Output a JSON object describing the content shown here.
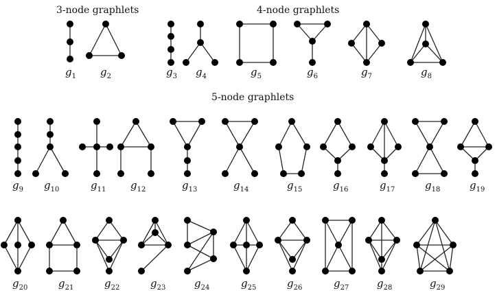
{
  "sections": [
    {
      "id": "three",
      "title": "3-node graphlets"
    },
    {
      "id": "four",
      "title": "4-node graphlets"
    },
    {
      "id": "five",
      "title": "5-node graphlets"
    }
  ],
  "graphlets": [
    {
      "id": "g1",
      "letter": "g",
      "sub": "1",
      "edges": [
        [
          0,
          1
        ],
        [
          1,
          2
        ]
      ]
    },
    {
      "id": "g2",
      "letter": "g",
      "sub": "2",
      "edges": [
        [
          0,
          1
        ],
        [
          0,
          2
        ],
        [
          1,
          2
        ]
      ]
    },
    {
      "id": "g3",
      "letter": "g",
      "sub": "3",
      "edges": [
        [
          0,
          1
        ],
        [
          1,
          2
        ],
        [
          2,
          3
        ]
      ]
    },
    {
      "id": "g4",
      "letter": "g",
      "sub": "4",
      "edges": [
        [
          0,
          1
        ],
        [
          1,
          2
        ],
        [
          1,
          3
        ]
      ]
    },
    {
      "id": "g5",
      "letter": "g",
      "sub": "5",
      "edges": [
        [
          0,
          1
        ],
        [
          1,
          3
        ],
        [
          3,
          2
        ],
        [
          2,
          0
        ]
      ]
    },
    {
      "id": "g6",
      "letter": "g",
      "sub": "6",
      "edges": [
        [
          0,
          1
        ],
        [
          0,
          2
        ],
        [
          1,
          2
        ],
        [
          2,
          3
        ]
      ]
    },
    {
      "id": "g7",
      "letter": "g",
      "sub": "7",
      "edges": [
        [
          0,
          1
        ],
        [
          1,
          3
        ],
        [
          3,
          2
        ],
        [
          2,
          0
        ],
        [
          0,
          3
        ]
      ]
    },
    {
      "id": "g8",
      "letter": "g",
      "sub": "8",
      "edges": [
        [
          0,
          1
        ],
        [
          0,
          2
        ],
        [
          0,
          3
        ],
        [
          1,
          2
        ],
        [
          1,
          3
        ],
        [
          2,
          3
        ]
      ]
    },
    {
      "id": "g9",
      "letter": "g",
      "sub": "9",
      "edges": [
        [
          0,
          1
        ],
        [
          1,
          2
        ],
        [
          2,
          3
        ],
        [
          3,
          4
        ]
      ]
    },
    {
      "id": "g10",
      "letter": "g",
      "sub": "10",
      "edges": [
        [
          0,
          1
        ],
        [
          1,
          2
        ],
        [
          2,
          3
        ],
        [
          2,
          4
        ]
      ]
    },
    {
      "id": "g11",
      "letter": "g",
      "sub": "11",
      "edges": [
        [
          0,
          1
        ],
        [
          1,
          2
        ],
        [
          1,
          3
        ],
        [
          1,
          4
        ]
      ]
    },
    {
      "id": "g12",
      "letter": "g",
      "sub": "12",
      "edges": [
        [
          0,
          1
        ],
        [
          0,
          2
        ],
        [
          1,
          2
        ],
        [
          1,
          3
        ],
        [
          2,
          4
        ]
      ]
    },
    {
      "id": "g13",
      "letter": "g",
      "sub": "13",
      "edges": [
        [
          0,
          1
        ],
        [
          0,
          2
        ],
        [
          1,
          2
        ],
        [
          2,
          3
        ],
        [
          3,
          4
        ]
      ]
    },
    {
      "id": "g14",
      "letter": "g",
      "sub": "14",
      "edges": [
        [
          0,
          1
        ],
        [
          0,
          2
        ],
        [
          1,
          2
        ],
        [
          2,
          3
        ],
        [
          2,
          4
        ]
      ]
    },
    {
      "id": "g15",
      "letter": "g",
      "sub": "15",
      "edges": [
        [
          0,
          1
        ],
        [
          0,
          2
        ],
        [
          1,
          3
        ],
        [
          2,
          4
        ],
        [
          3,
          4
        ]
      ]
    },
    {
      "id": "g16",
      "letter": "g",
      "sub": "16",
      "edges": [
        [
          0,
          1
        ],
        [
          0,
          2
        ],
        [
          1,
          3
        ],
        [
          2,
          3
        ],
        [
          3,
          4
        ]
      ]
    },
    {
      "id": "g17",
      "letter": "g",
      "sub": "17",
      "edges": [
        [
          0,
          1
        ],
        [
          0,
          2
        ],
        [
          0,
          3
        ],
        [
          1,
          3
        ],
        [
          2,
          3
        ],
        [
          3,
          4
        ]
      ]
    },
    {
      "id": "g18",
      "letter": "g",
      "sub": "18",
      "edges": [
        [
          0,
          1
        ],
        [
          0,
          2
        ],
        [
          1,
          2
        ],
        [
          2,
          3
        ],
        [
          2,
          4
        ],
        [
          3,
          4
        ]
      ]
    },
    {
      "id": "g19",
      "letter": "g",
      "sub": "19",
      "edges": [
        [
          0,
          1
        ],
        [
          0,
          2
        ],
        [
          1,
          2
        ],
        [
          1,
          3
        ],
        [
          2,
          3
        ],
        [
          3,
          4
        ]
      ]
    },
    {
      "id": "g20",
      "letter": "g",
      "sub": "20",
      "edges": [
        [
          0,
          1
        ],
        [
          0,
          2
        ],
        [
          0,
          3
        ],
        [
          1,
          4
        ],
        [
          2,
          4
        ],
        [
          3,
          4
        ]
      ]
    },
    {
      "id": "g21",
      "letter": "g",
      "sub": "21",
      "edges": [
        [
          0,
          1
        ],
        [
          0,
          2
        ],
        [
          1,
          2
        ],
        [
          1,
          3
        ],
        [
          2,
          4
        ],
        [
          3,
          4
        ]
      ]
    },
    {
      "id": "g22",
      "letter": "g",
      "sub": "22",
      "edges": [
        [
          0,
          1
        ],
        [
          0,
          2
        ],
        [
          1,
          2
        ],
        [
          1,
          3
        ],
        [
          2,
          4
        ],
        [
          1,
          4
        ],
        [
          2,
          3
        ]
      ]
    },
    {
      "id": "g23",
      "letter": "g",
      "sub": "23",
      "edges": [
        [
          0,
          1
        ],
        [
          0,
          2
        ],
        [
          0,
          3
        ],
        [
          1,
          2
        ],
        [
          1,
          3
        ],
        [
          2,
          3
        ],
        [
          2,
          4
        ]
      ]
    },
    {
      "id": "g24",
      "letter": "g",
      "sub": "24",
      "edges": [
        [
          0,
          1
        ],
        [
          0,
          2
        ],
        [
          1,
          2
        ],
        [
          1,
          3
        ],
        [
          2,
          3
        ],
        [
          2,
          4
        ],
        [
          3,
          4
        ]
      ]
    },
    {
      "id": "g25",
      "letter": "g",
      "sub": "25",
      "edges": [
        [
          0,
          1
        ],
        [
          0,
          2
        ],
        [
          0,
          3
        ],
        [
          1,
          2
        ],
        [
          2,
          3
        ],
        [
          1,
          4
        ],
        [
          2,
          4
        ],
        [
          3,
          4
        ]
      ]
    },
    {
      "id": "g26",
      "letter": "g",
      "sub": "26",
      "edges": [
        [
          0,
          1
        ],
        [
          0,
          2
        ],
        [
          1,
          2
        ],
        [
          1,
          3
        ],
        [
          2,
          3
        ],
        [
          1,
          4
        ],
        [
          2,
          4
        ]
      ]
    },
    {
      "id": "g27",
      "letter": "g",
      "sub": "27",
      "edges": [
        [
          0,
          1
        ],
        [
          0,
          2
        ],
        [
          1,
          3
        ],
        [
          0,
          4
        ],
        [
          1,
          4
        ],
        [
          2,
          4
        ],
        [
          3,
          4
        ],
        [
          2,
          3
        ]
      ]
    },
    {
      "id": "g28",
      "letter": "g",
      "sub": "28",
      "edges": [
        [
          0,
          1
        ],
        [
          0,
          2
        ],
        [
          1,
          2
        ],
        [
          1,
          3
        ],
        [
          2,
          3
        ],
        [
          1,
          4
        ],
        [
          2,
          4
        ],
        [
          3,
          4
        ],
        [
          0,
          3
        ]
      ]
    },
    {
      "id": "g29",
      "letter": "g",
      "sub": "29",
      "edges": [
        [
          0,
          1
        ],
        [
          0,
          2
        ],
        [
          0,
          3
        ],
        [
          0,
          4
        ],
        [
          1,
          2
        ],
        [
          1,
          3
        ],
        [
          1,
          4
        ],
        [
          2,
          3
        ],
        [
          2,
          4
        ],
        [
          3,
          4
        ]
      ]
    }
  ]
}
